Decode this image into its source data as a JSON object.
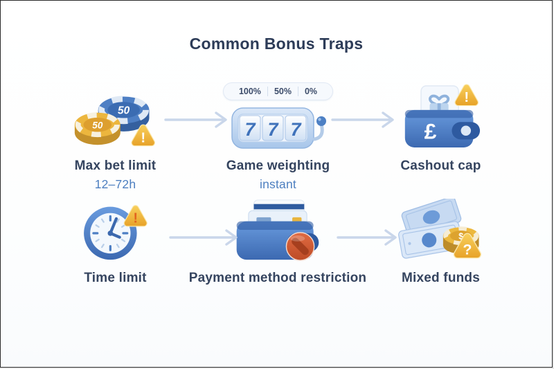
{
  "title": "Common Bonus Traps",
  "colors": {
    "background": "#ffffff",
    "title": "#2d3c58",
    "label": "#35445f",
    "sublabel_blue": "#4d7fc0",
    "arrow": "#c9d6ea",
    "accent_blue": "#4a7fc4",
    "warning_gold": "#eeb93f",
    "restriction_red": "#cc5530"
  },
  "items": [
    {
      "label": "Max bet limit",
      "sublabel": "12–72h"
    },
    {
      "label": "Game weighting",
      "sublabel": "instant"
    },
    {
      "label": "Cashout cap"
    },
    {
      "label": "Time limit"
    },
    {
      "label": "Payment method restriction"
    },
    {
      "label": "Mixed funds"
    }
  ],
  "icons": {
    "chips": {
      "blue_value": "50",
      "gold_value": "50"
    },
    "slot": {
      "weights": [
        "100%",
        "50%",
        "0%"
      ],
      "reels": [
        "7",
        "7",
        "7"
      ]
    },
    "cashout": {
      "currency": "£"
    },
    "warning": {
      "exclamation": "!"
    },
    "clock": {
      "exclamation": "!"
    },
    "mixed": {
      "coin_symbol": "$",
      "question": "?"
    }
  }
}
